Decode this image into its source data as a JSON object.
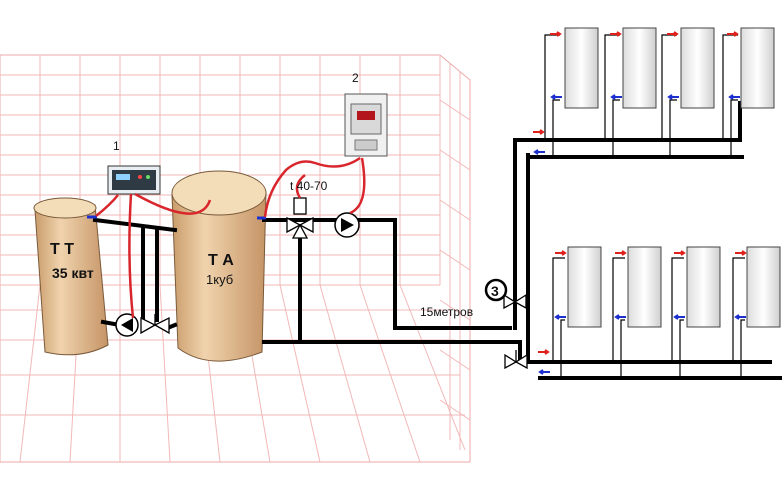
{
  "labels": {
    "controller_num": "1",
    "thermostat_num": "2",
    "valve_num": "3",
    "tt_title": "Т Т",
    "tt_power": "35 квт",
    "ta_title": "Т А",
    "ta_volume": "1куб",
    "temp_range": "t 40-70",
    "distance": "15метров"
  },
  "colors": {
    "pipe": "#000000",
    "wire": "#d8262c",
    "wood": "#e8c49a",
    "grid": "#f2b8b8",
    "arrow_supply": "#e0201a",
    "arrow_return": "#1c2fcf"
  }
}
